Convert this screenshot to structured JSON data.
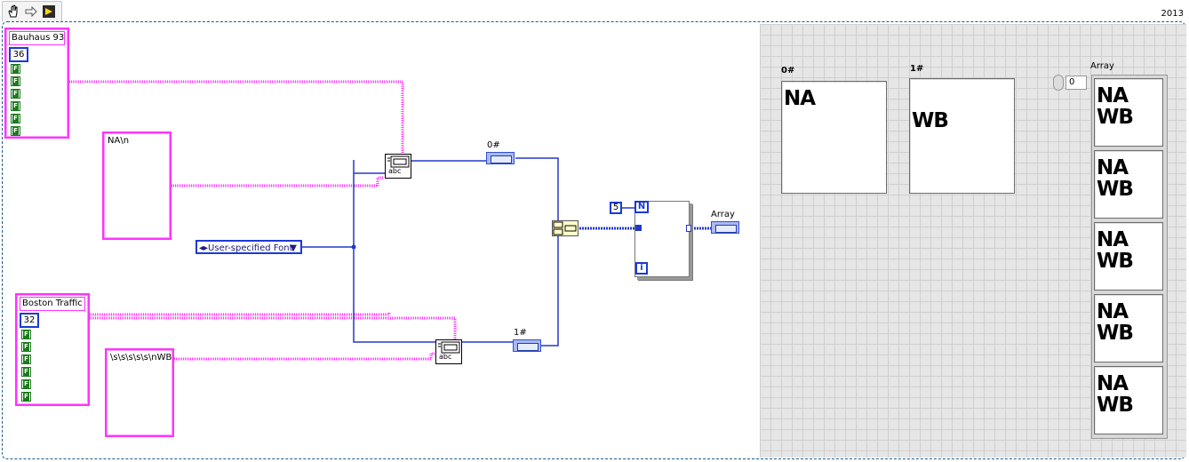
{
  "toolbar": {
    "tools": [
      "hand-icon",
      "arrow-icon",
      "run-icon"
    ],
    "year": "2013"
  },
  "block_diagram": {
    "cluster_a": {
      "title": "Bauhaus 93",
      "size": "36",
      "booleans": [
        "F",
        "F",
        "F",
        "F",
        "F",
        "F"
      ]
    },
    "cluster_b": {
      "title": "Boston Traffic",
      "size": "32",
      "booleans": [
        "F",
        "F",
        "F",
        "F",
        "F",
        "F"
      ]
    },
    "string_a": "NA\\n",
    "string_b": "\\s\\s\\s\\s\\s\\nWB",
    "enum_value": "User-specified Font",
    "indicator_0": "0#",
    "indicator_1": "1#",
    "loop_count": "5",
    "loop_n": "N",
    "loop_i": "i",
    "array_indicator": "Array"
  },
  "front_panel": {
    "pic0_label": "0#",
    "pic1_label": "1#",
    "pic0_text": "NA",
    "pic1_text": "WB",
    "array_label": "Array",
    "array_index": "0",
    "array_items": [
      {
        "line1": "NA",
        "line2": "WB"
      },
      {
        "line1": "NA",
        "line2": "WB"
      },
      {
        "line1": "NA",
        "line2": "WB"
      },
      {
        "line1": "NA",
        "line2": "WB"
      },
      {
        "line1": "NA",
        "line2": "WB"
      }
    ]
  }
}
